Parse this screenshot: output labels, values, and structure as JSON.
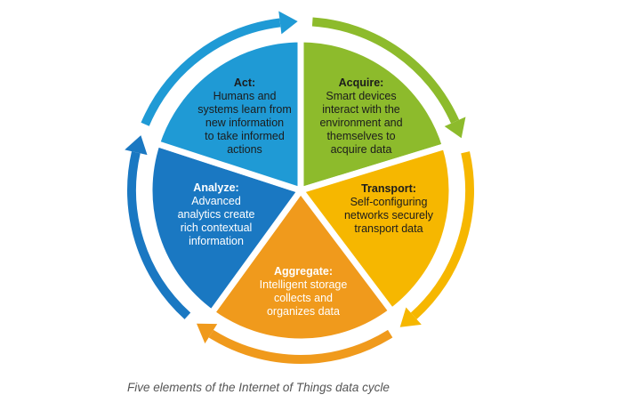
{
  "diagram": {
    "segments": [
      {
        "id": "act",
        "title": "Act:",
        "lines": [
          "Humans and",
          "systems learn from",
          "new information",
          "to take informed",
          "actions"
        ],
        "color": "#8dbb2c"
      },
      {
        "id": "acquire",
        "title": "Acquire:",
        "lines": [
          "Smart devices",
          "interact with the",
          "environment and",
          "themselves to",
          "acquire data"
        ],
        "color": "#f6b700"
      },
      {
        "id": "transport",
        "title": "Transport:",
        "lines": [
          "Self-configuring",
          "networks securely",
          "transport data"
        ],
        "color": "#f09a1c"
      },
      {
        "id": "aggregate",
        "title": "Aggregate:",
        "lines": [
          "Intelligent storage",
          "collects and",
          "organizes data"
        ],
        "color": "#1a78c2"
      },
      {
        "id": "analyze",
        "title": "Analyze:",
        "lines": [
          "Advanced",
          "analytics create",
          "rich contextual",
          "information"
        ],
        "color": "#1f9ad5"
      }
    ],
    "arrow_colors": [
      "#8dbb2c",
      "#f6b700",
      "#f09a1c",
      "#1a78c2",
      "#1f9ad5"
    ]
  },
  "caption": "Five elements of the Internet of Things data cycle"
}
